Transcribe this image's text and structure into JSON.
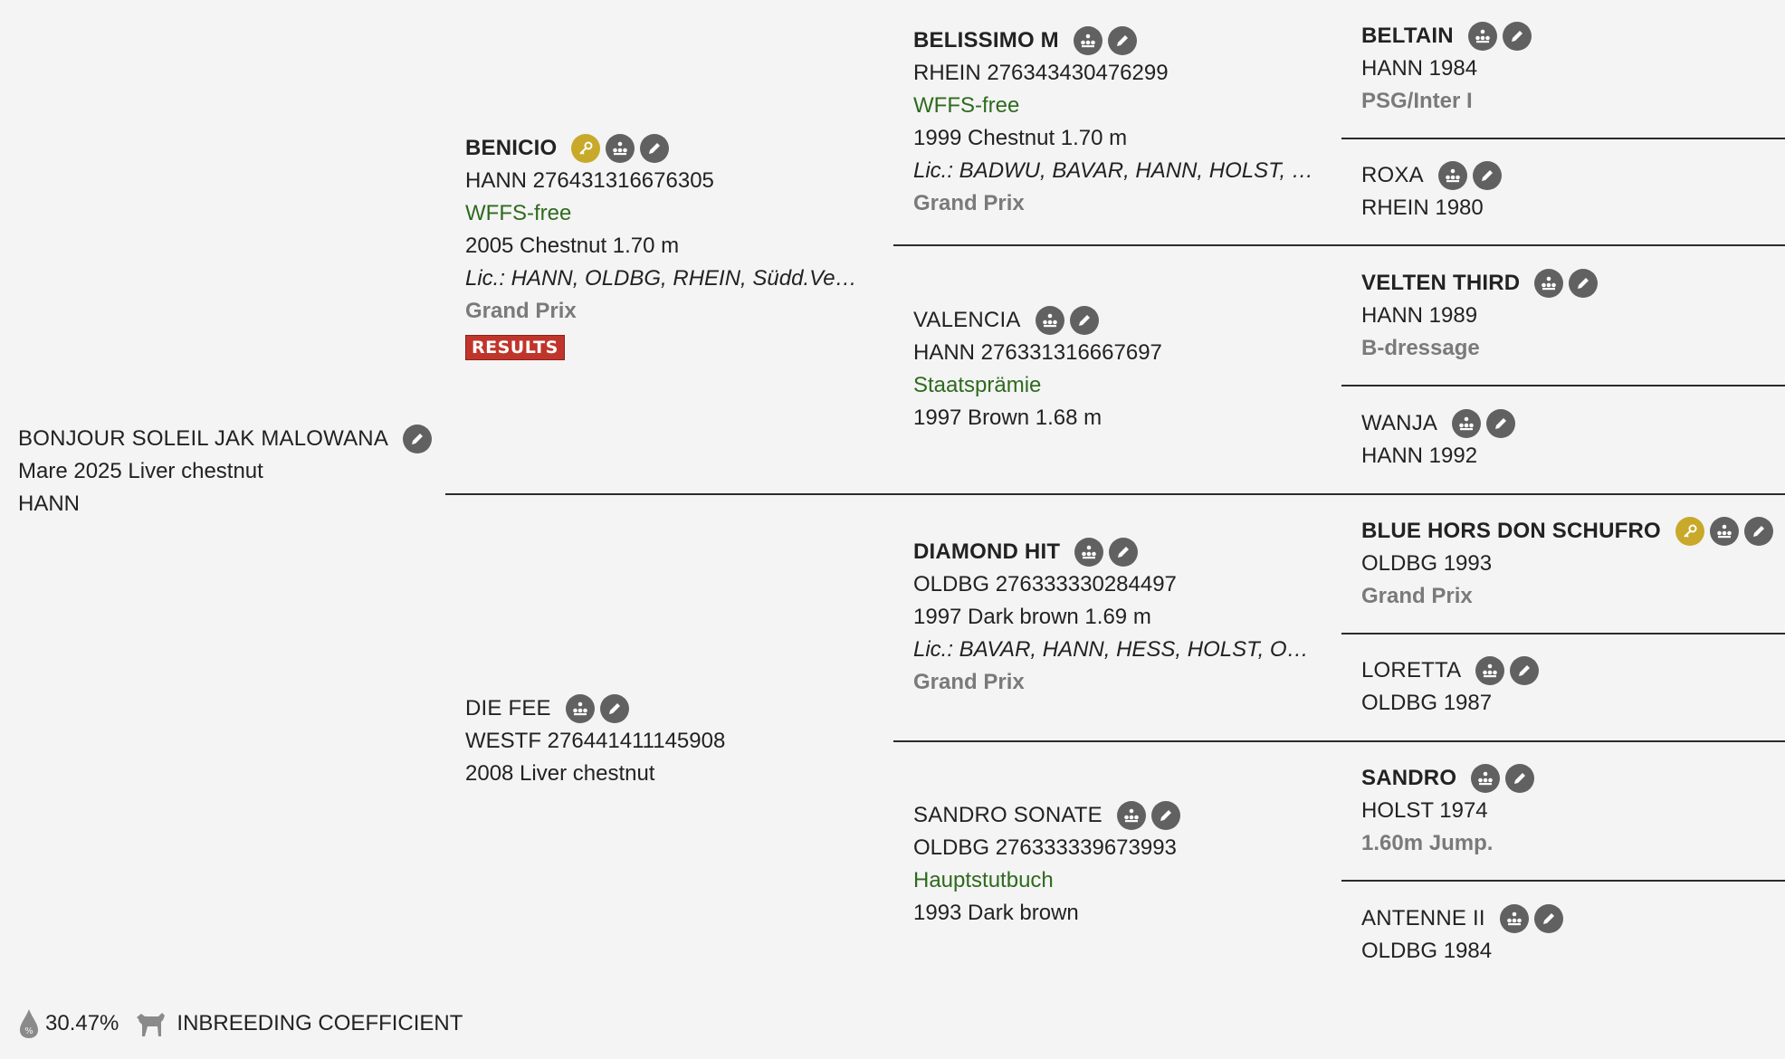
{
  "subject": {
    "name": "BONJOUR SOLEIL JAK MALOWANA",
    "line1": "Mare 2025 Liver chestnut",
    "line2": "HANN"
  },
  "sire": {
    "name": "BENICIO",
    "reg": "HANN 276431316676305",
    "status": "WFFS-free",
    "details": "2005 Chestnut 1.70 m",
    "lic": "Lic.: HANN, OLDBG, RHEIN, Südd.Verb., ...",
    "level": "Grand Prix",
    "results_label": "RESULTS"
  },
  "dam": {
    "name": "DIE FEE",
    "reg": "WESTF 276441411145908",
    "details": "2008 Liver chestnut"
  },
  "ss": {
    "name": "BELISSIMO M",
    "reg": "RHEIN 276343430476299",
    "status": "WFFS-free",
    "details": "1999 Chestnut 1.70 m",
    "lic": "Lic.: BADWU, BAVAR, HANN, HOLST, OLD...",
    "level": "Grand Prix"
  },
  "sd": {
    "name": "VALENCIA",
    "reg": "HANN 276331316667697",
    "status": "Staatsprämie",
    "details": "1997 Brown 1.68 m"
  },
  "ds": {
    "name": "DIAMOND HIT",
    "reg": "OLDBG 276333330284497",
    "details": "1997 Dark brown 1.69 m",
    "lic": "Lic.: BAVAR, HANN, HESS, HOLST, OLDBG...",
    "level": "Grand Prix"
  },
  "dd": {
    "name": "SANDRO SONATE",
    "reg": "OLDBG 276333339673993",
    "status": "Hauptstutbuch",
    "details": "1993 Dark brown"
  },
  "sss": {
    "name": "BELTAIN",
    "line": "HANN 1984",
    "level": "PSG/Inter I"
  },
  "ssd": {
    "name": "ROXA",
    "line": "RHEIN 1980"
  },
  "sds": {
    "name": "VELTEN THIRD",
    "line": "HANN 1989",
    "level": "B-dressage"
  },
  "sdd": {
    "name": "WANJA",
    "line": "HANN 1992"
  },
  "dss": {
    "name": "BLUE HORS DON SCHUFRO",
    "line": "OLDBG 1993",
    "level": "Grand Prix"
  },
  "dsd": {
    "name": "LORETTA",
    "line": "OLDBG 1987"
  },
  "dds": {
    "name": "SANDRO",
    "line": "HOLST 1974",
    "level": "1.60m Jump."
  },
  "ddd": {
    "name": "ANTENNE II",
    "line": "OLDBG 1984"
  },
  "footer": {
    "percent": "30.47%",
    "label": "INBREEDING COEFFICIENT"
  },
  "icons": {
    "pedigree": "pedigree-tree-icon",
    "edit": "pencil-edit-icon",
    "key": "key-icon",
    "drop": "percent-drop-icon",
    "horse": "horse-icon"
  },
  "colors": {
    "background": "#f4f4f4",
    "status_green": "#2e6a1e",
    "level_grey": "#7a7a7a",
    "results_red": "#c0352b",
    "icon_grey": "#616161",
    "key_gold": "#c8a92a"
  }
}
